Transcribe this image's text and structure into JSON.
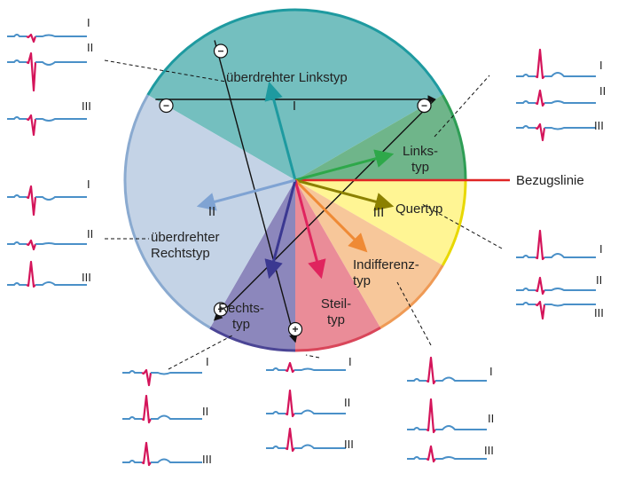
{
  "sectors": [
    {
      "key": "ueberdrehter-linkstyp",
      "label_lines": [
        "überdrehter Linkstyp"
      ],
      "color": "#74BFBF",
      "arc_color": "#1E9AA0",
      "from": -150,
      "to": -30
    },
    {
      "key": "linkstyp",
      "label_lines": [
        "Links-",
        "typ"
      ],
      "color": "#6FB58A",
      "arc_color": "#2E9E55",
      "from": -30,
      "to": 0
    },
    {
      "key": "quertyp",
      "label_lines": [
        "Quertyp"
      ],
      "color": "#FFF594",
      "arc_color": "#E8D800",
      "from": 0,
      "to": 30
    },
    {
      "key": "indifferenztyp",
      "label_lines": [
        "Indifferenz-",
        "typ"
      ],
      "color": "#F7C79A",
      "arc_color": "#EF9A55",
      "from": 30,
      "to": 60
    },
    {
      "key": "steiltyp",
      "label_lines": [
        "Steil-",
        "typ"
      ],
      "color": "#EA8C98",
      "arc_color": "#D9465A",
      "from": 60,
      "to": 90
    },
    {
      "key": "rechtstyp",
      "label_lines": [
        "Rechts-",
        "typ"
      ],
      "color": "#8C87BC",
      "arc_color": "#4B4595",
      "from": 90,
      "to": 120
    },
    {
      "key": "ueberdrehter-rechtstyp",
      "label_lines": [
        "überdrehter",
        "Rechtstyp"
      ],
      "color": "#C4D3E6",
      "arc_color": "#8AAAD0",
      "from": 120,
      "to": 210
    }
  ],
  "axis_arrows": [
    {
      "angle": -105,
      "color": "#1E9AA0"
    },
    {
      "angle": -15,
      "color": "#2EA84A"
    },
    {
      "angle": 15,
      "color": "#8B8000"
    },
    {
      "angle": 45,
      "color": "#EF8A35"
    },
    {
      "angle": 75,
      "color": "#E0245E"
    },
    {
      "angle": 105,
      "color": "#3B3891"
    },
    {
      "angle": 165,
      "color": "#7FA3D3"
    }
  ],
  "leads": [
    {
      "name": "I",
      "neg": -150,
      "pos": -30
    },
    {
      "name": "II",
      "neg": -120,
      "pos": 90
    },
    {
      "name": "III",
      "neg": -30,
      "pos": 120
    }
  ],
  "plus_sign": "+",
  "minus_sign": "−",
  "reference": {
    "label": "Bezugslinie",
    "color": "#E02525"
  },
  "ecg_colors": {
    "baseline": "#4A90C8",
    "qrs": "#D4145A"
  },
  "lead_labels": [
    "I",
    "II",
    "III"
  ]
}
